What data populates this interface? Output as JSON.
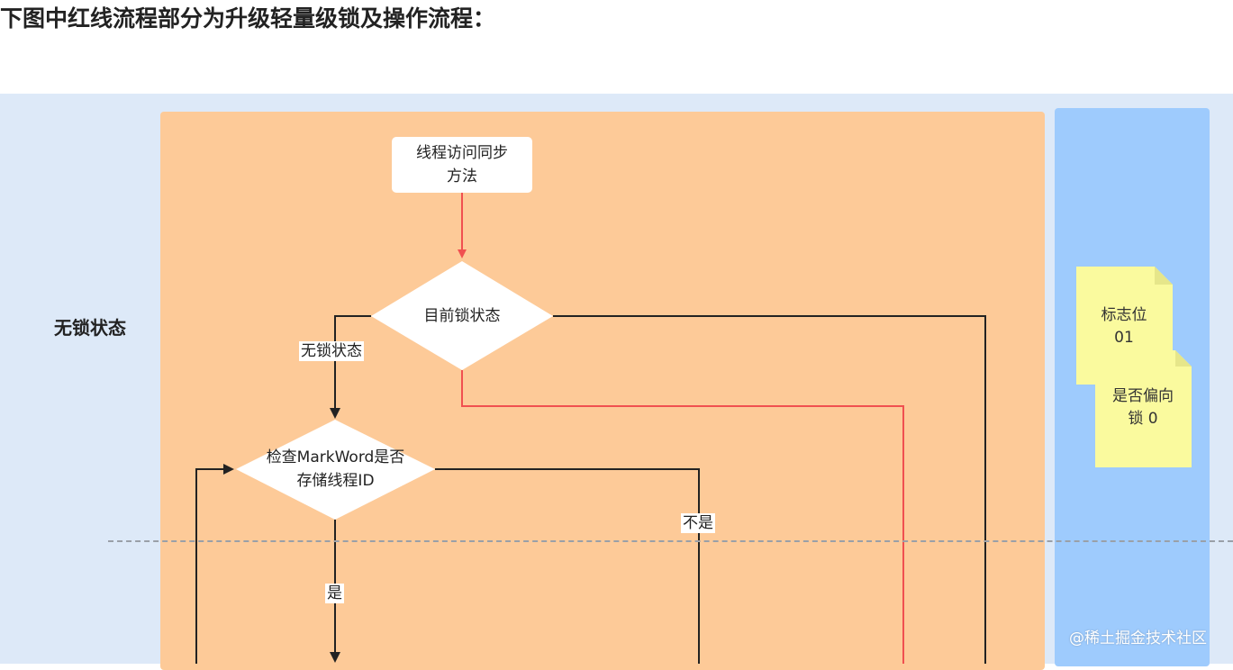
{
  "heading": "下图中红线流程部分为升级轻量级锁及操作流程：",
  "lane_label": "无锁状态",
  "nodes": {
    "start": "线程访问同步\n方法",
    "decision_lock_state": "目前锁状态",
    "decision_markword": "检查MarkWord是否\n存储线程ID"
  },
  "edge_labels": {
    "no_lock_state": "无锁状态",
    "not_yes": "不是",
    "yes": "是"
  },
  "notes": {
    "flag_bits": "标志位\n01",
    "biased": "是否偏向\n锁 0"
  },
  "watermark": "@稀土掘金技术社区",
  "colors": {
    "band": "#dde9f8",
    "lane": "#fdca98",
    "side_column": "#9ecbfd",
    "note": "#fafa9e",
    "red_line": "#f05050",
    "dark_line": "#222222"
  }
}
